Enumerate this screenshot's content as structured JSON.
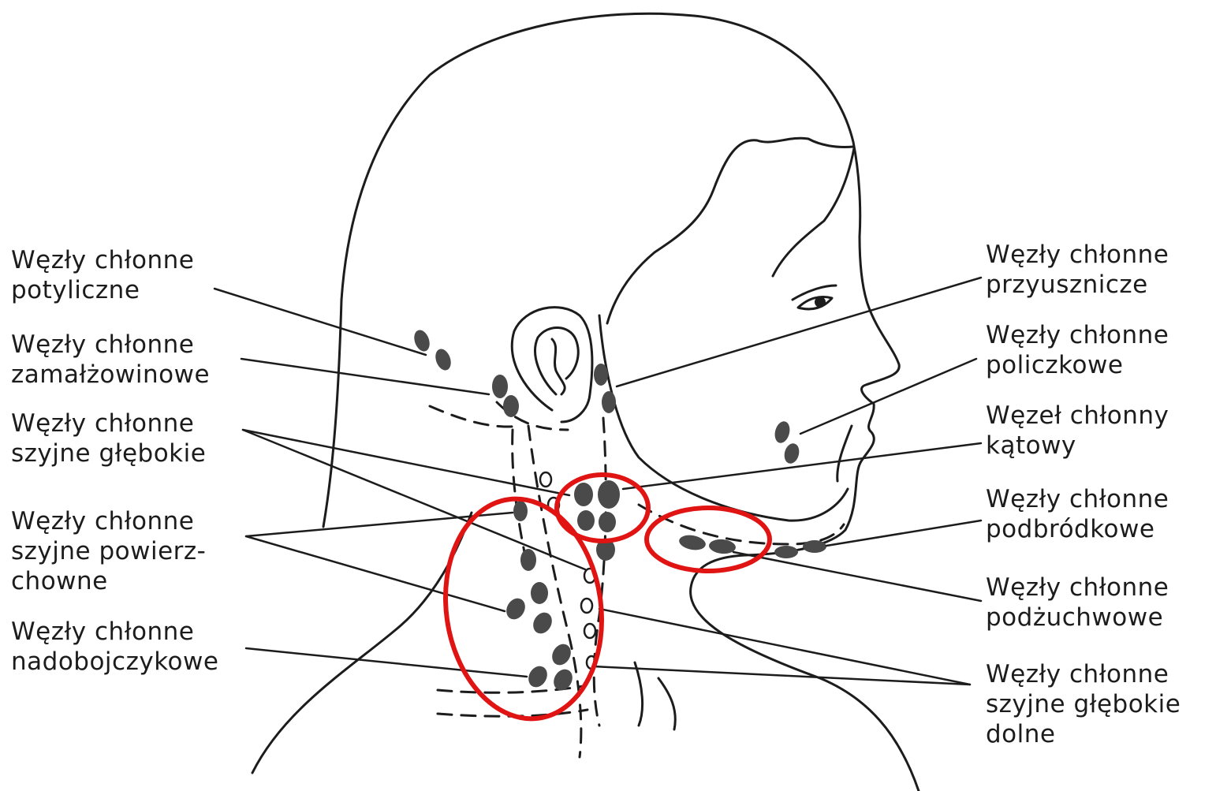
{
  "labels": {
    "left": [
      {
        "id": "occipital",
        "lines": [
          "Węzły chłonne",
          "potyliczne"
        ]
      },
      {
        "id": "retroauricular",
        "lines": [
          "Węzły chłonne",
          "zamałżowinowe"
        ]
      },
      {
        "id": "deep-cervical",
        "lines": [
          "Węzły chłonne",
          "szyjne głębokie"
        ]
      },
      {
        "id": "superficial-cervical",
        "lines": [
          "Węzły chłonne",
          "szyjne powierz-",
          "chowne"
        ]
      },
      {
        "id": "supraclavicular",
        "lines": [
          "Węzły chłonne",
          "nadobojczykowe"
        ]
      }
    ],
    "right": [
      {
        "id": "parotid",
        "lines": [
          "Węzły chłonne",
          "przyusznicze"
        ]
      },
      {
        "id": "buccal",
        "lines": [
          "Węzły chłonne",
          "policzkowe"
        ]
      },
      {
        "id": "angular",
        "lines": [
          "Węzeł chłonny",
          "kątowy"
        ]
      },
      {
        "id": "submental",
        "lines": [
          "Węzły chłonne",
          "podbródkowe"
        ]
      },
      {
        "id": "submandibular",
        "lines": [
          "Węzły chłonne",
          "podżuchwowe"
        ]
      },
      {
        "id": "deep-cervical-lower",
        "lines": [
          "Węzły chłonne",
          "szyjne głębokie",
          "dolne"
        ]
      }
    ]
  },
  "colors": {
    "ink": "#1c1c1c",
    "node_fill": "#4a4a4a",
    "highlight": "#e11414",
    "background": "#ffffff"
  }
}
